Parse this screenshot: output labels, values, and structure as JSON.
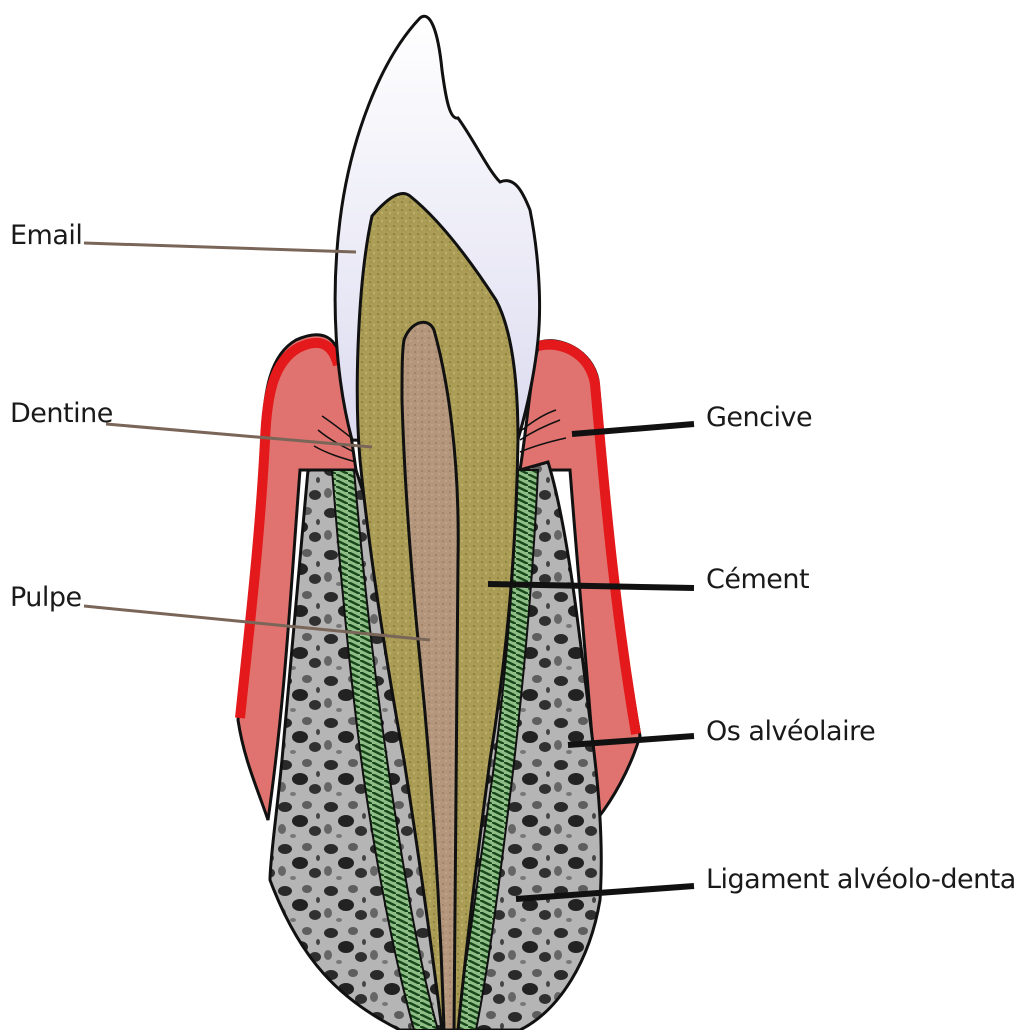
{
  "labels": {
    "email": "Email",
    "dentine": "Dentine",
    "pulpe": "Pulpe",
    "gencive": "Gencive",
    "cement": "Cément",
    "os_alveolaire": "Os alvéolaire",
    "ligament": "Ligament alvéolo-dentaire"
  },
  "colors": {
    "enamel": "#ecebf7",
    "dentin": "#aa9d52",
    "pulp": "#b09276",
    "gum_light": "#e0736f",
    "gum_dark": "#e3191b",
    "bone": "#9a9a9a",
    "ligament": "#2f7a2c",
    "leader_thin": "#7a6658",
    "leader_thick": "#111111"
  }
}
